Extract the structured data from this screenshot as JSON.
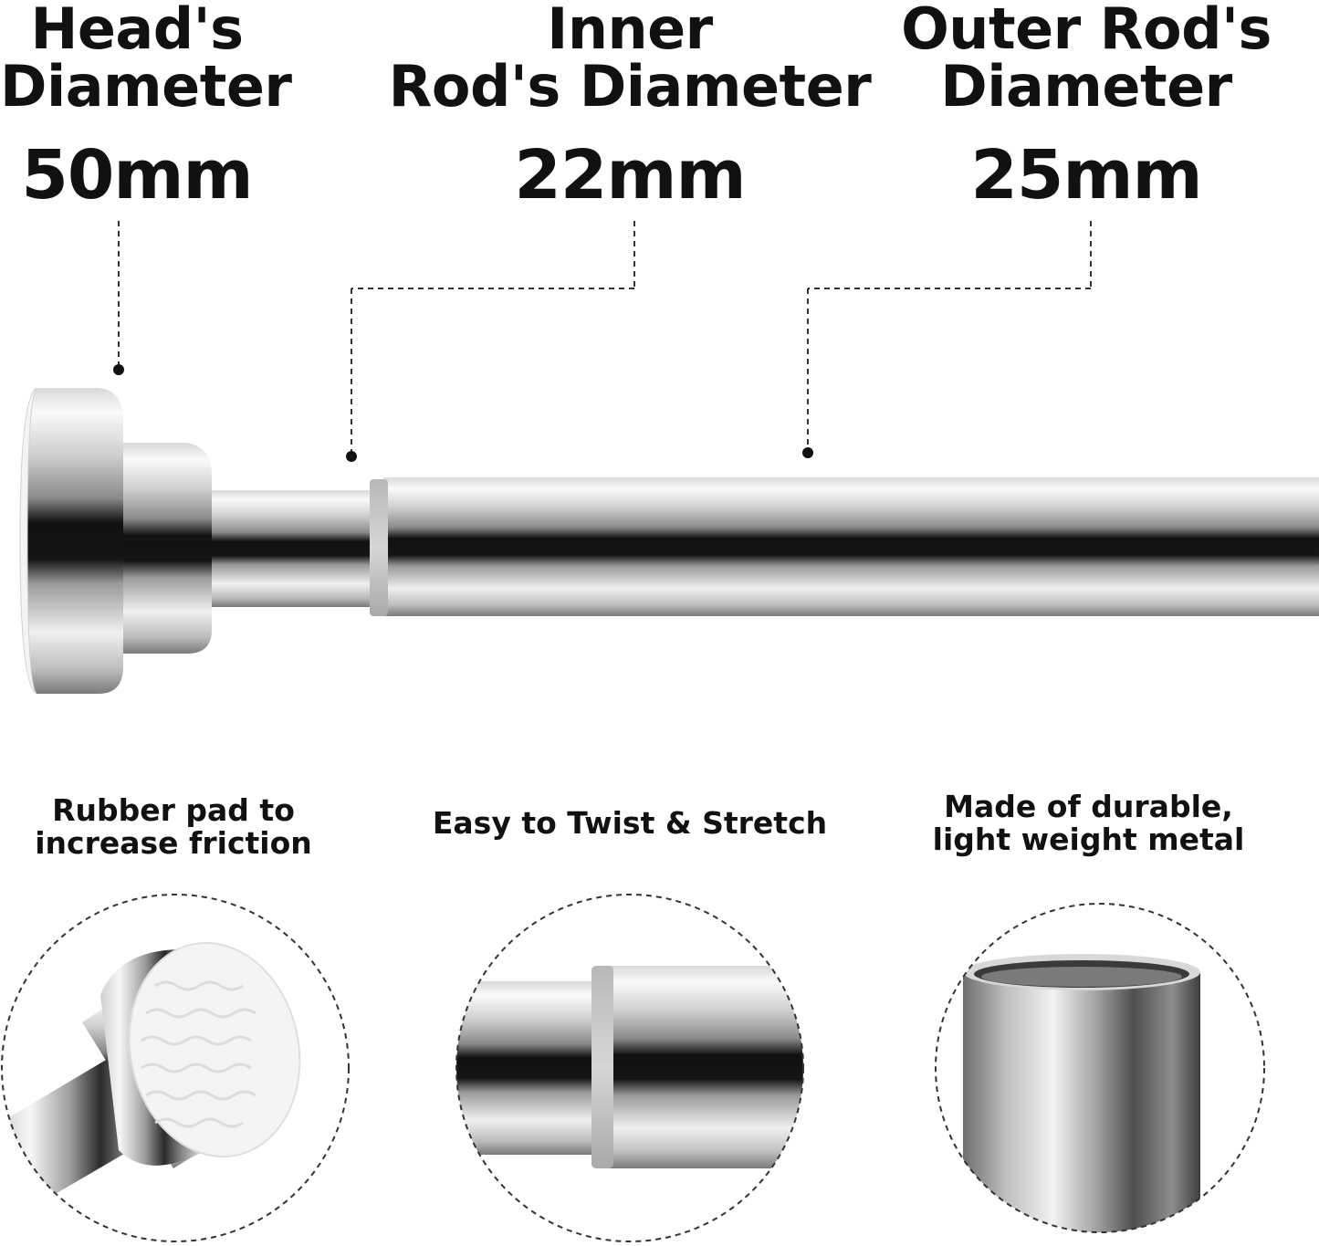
{
  "dimensions": [
    {
      "title_line1": "Head's",
      "title_line2": "Diameter",
      "value": "50mm"
    },
    {
      "title_line1": "Inner",
      "title_line2": "Rod's Diameter",
      "value": "22mm"
    },
    {
      "title_line1": "Outer Rod's",
      "title_line2": "Diameter",
      "value": "25mm"
    }
  ],
  "features": [
    {
      "line1": "Rubber pad to",
      "line2": "increase friction"
    },
    {
      "line1": "Easy to Twist & Stretch",
      "line2": ""
    },
    {
      "line1": "Made of durable,",
      "line2": "light weight metal"
    }
  ],
  "colors": {
    "text": "#111111",
    "leader_line": "#333333",
    "chrome_light": "#f2f2f2",
    "chrome_dark": "#1a1a1a",
    "rubber_pad": "#f4f4f4",
    "collar_ring": "#c8c8c8"
  }
}
